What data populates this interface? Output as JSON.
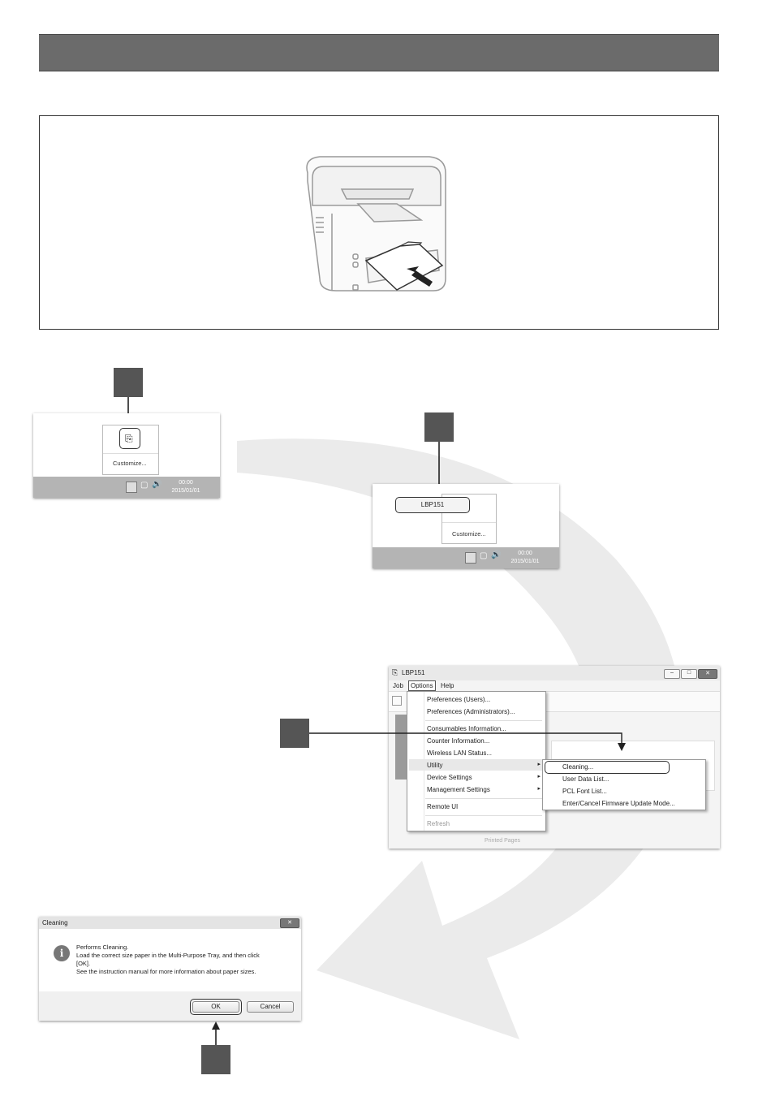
{
  "step1": {
    "tray_menu_item": "Customize...",
    "clock_time": "00:00",
    "clock_date": "2015/01/01"
  },
  "step2": {
    "printer_label": "LBP151",
    "tray_menu_item": "Customize...",
    "clock_time": "00:00",
    "clock_date": "2015/01/01"
  },
  "step3": {
    "window_title": "LBP151",
    "menubar": [
      "Job",
      "Options",
      "Help"
    ],
    "options_menu": [
      "Preferences (Users)...",
      "Preferences (Administrators)...",
      "Consumables Information...",
      "Counter Information...",
      "Wireless LAN Status...",
      "Utility",
      "Device Settings",
      "Management Settings",
      "Remote UI",
      "Refresh"
    ],
    "utility_submenu": [
      "Cleaning...",
      "User Data List...",
      "PCL Font List...",
      "Enter/Cancel Firmware Update Mode..."
    ],
    "footer_text": "Printed Pages"
  },
  "step4": {
    "dialog_title": "Cleaning",
    "message_line1": "Performs Cleaning.",
    "message_line2": "Load the correct size paper in the Multi-Purpose Tray, and then click",
    "message_line3": "[OK].",
    "message_line4": "See the instruction manual for more information about paper sizes.",
    "ok_label": "OK",
    "cancel_label": "Cancel"
  }
}
